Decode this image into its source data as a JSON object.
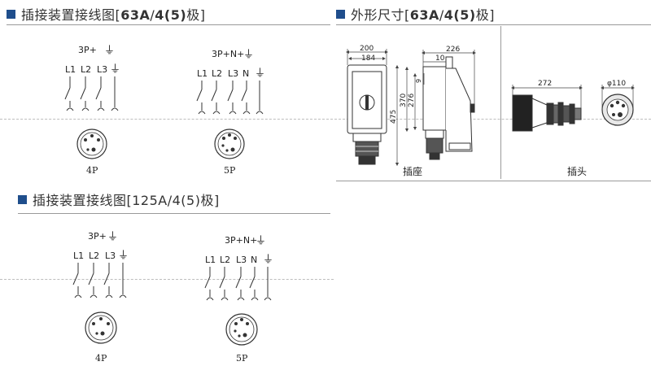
{
  "section1": {
    "prefix": "插接装置接线图[",
    "rating": "63A",
    "sep": "/",
    "poles": "4(5)",
    "suffix": "极]"
  },
  "section2": {
    "prefix": "外形尺寸[",
    "rating": "63A",
    "sep": "/",
    "poles": "4(5)",
    "suffix": "极]"
  },
  "section3": {
    "text": "插接装置接线图[125A/4(5)极]"
  },
  "wiring": {
    "four_pole": {
      "label": "3P+",
      "terminals": [
        "L1",
        "L2",
        "L3"
      ],
      "caption": "4P"
    },
    "five_pole": {
      "label": "3P+N+",
      "terminals": [
        "L1",
        "L2",
        "L3",
        "N"
      ],
      "caption": "5P"
    },
    "earth_symbol": "⏚"
  },
  "dimensions": {
    "socket": {
      "caption": "插座",
      "values": [
        "200",
        "184",
        "226",
        "10",
        "9",
        "370",
        "276",
        "475"
      ]
    },
    "plug": {
      "caption": "插头",
      "values": [
        "272",
        "φ110"
      ]
    }
  },
  "colors": {
    "accent": "#1f4e8c",
    "rule": "#9a9a9a",
    "line": "#333333"
  }
}
